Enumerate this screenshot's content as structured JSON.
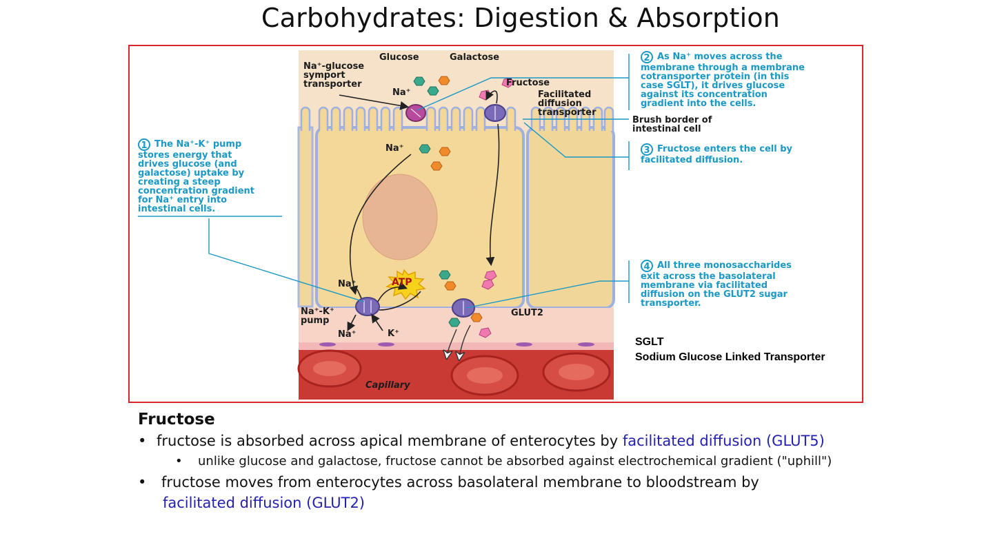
{
  "slide": {
    "title": "Carbohydrates: Digestion & Absorption"
  },
  "figure": {
    "labels": {
      "glucose": "Glucose",
      "galactose": "Galactose",
      "symport_1": "Na⁺-glucose",
      "symport_2": "symport",
      "symport_3": "transporter",
      "na_top": "Na⁺",
      "fructose": "Fructose",
      "facilitated_1": "Facilitated",
      "facilitated_2": "diffusion",
      "facilitated_3": "transporter",
      "brush_1": "Brush border of",
      "brush_2": "intestinal cell",
      "na_in": "Na⁺",
      "na_pump_top": "Na⁺",
      "atp": "ATP",
      "pump_1": "Na⁺-K⁺",
      "pump_2": "pump",
      "na_out": "Na⁺",
      "k_in": "K⁺",
      "glut2": "GLUT2",
      "capillary": "Capillary"
    },
    "callouts": {
      "c1": {
        "num": "1",
        "lines": [
          "The Na⁺-K⁺ pump",
          "stores energy that",
          "drives glucose (and",
          "galactose) uptake by",
          "creating a steep",
          "concentration gradient",
          "for Na⁺ entry into",
          "intestinal cells."
        ]
      },
      "c2": {
        "num": "2",
        "lines": [
          "As Na⁺ moves across the",
          "membrane through a membrane",
          "cotransporter protein (in this",
          "case SGLT), it drives glucose",
          "against its concentration",
          "gradient into the cells."
        ]
      },
      "c3": {
        "num": "3",
        "lines": [
          "Fructose enters the cell by",
          "facilitated diffusion."
        ]
      },
      "c4": {
        "num": "4",
        "lines": [
          "All three monosaccharides",
          "exit across the basolateral",
          "membrane via facilitated",
          "diffusion on the GLUT2 sugar",
          "transporter."
        ]
      }
    },
    "sglt": {
      "abbr": "SGLT",
      "full": "Sodium Glucose Linked Transporter"
    },
    "colors": {
      "frame": "#d9262c",
      "callout": "#1a98c6",
      "glucose": "#3aa88a",
      "galactose": "#f08a2a",
      "fructose": "#f07ab0",
      "transporter": "#7a6ab8",
      "cell": "#f3d79a",
      "capillary": "#c93a35"
    }
  },
  "notes": {
    "heading": "Fructose",
    "b1_text": "fructose is absorbed across apical membrane of enterocytes by ",
    "b1_blue": "facilitated diffusion (GLUT5)",
    "b1_sub": "unlike glucose and galactose, fructose cannot be absorbed against electrochemical gradient (\"uphill\")",
    "b2_text": "fructose moves from enterocytes across basolateral membrane to  bloodstream by",
    "b2_blue": "facilitated diffusion (GLUT2)",
    "bullet": "•"
  }
}
